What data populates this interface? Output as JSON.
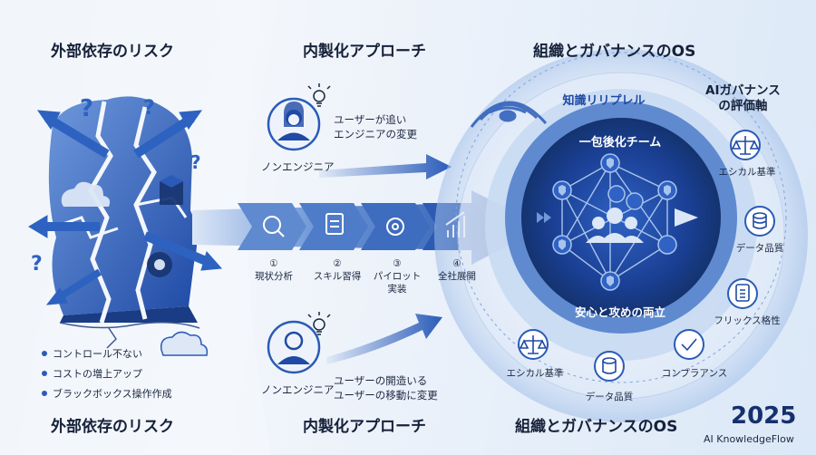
{
  "sections": {
    "left_top": "外部依存のリスク",
    "middle_top": "内製化アプローチ",
    "right_top": "組織とガバナンスのOS",
    "left_bottom": "外部依存のリスク",
    "middle_bottom": "内製化アプローチ",
    "right_bottom": "組織とガバナンスのOS"
  },
  "risks": [
    "コントロール不ない",
    "コストの増上アップ",
    "ブラックボックス操作作成"
  ],
  "persona_top": {
    "role": "ノンエンジニア",
    "text_line1": "ユーザーが追い",
    "text_line2": "エンジニアの変更"
  },
  "persona_bottom": {
    "role": "ノンエンジニア",
    "text_line1": "ユーザーの開造いる",
    "text_line2": "ユーザーの移動に変更"
  },
  "steps": [
    {
      "num": "①",
      "label": "現状分析"
    },
    {
      "num": "②",
      "label": "スキル習得"
    },
    {
      "num": "③",
      "label": "パイロット",
      "label2": "実装"
    },
    {
      "num": "④",
      "label": "全社展開"
    }
  ],
  "circle": {
    "outer_ring": "知識リリプレル",
    "team": "一包後化チーム",
    "center": "安心と攻めの両立"
  },
  "governance": {
    "title_line1": "AIガバナンス",
    "title_line2": "の評価軸",
    "items_right": [
      "エシカル基準",
      "データ品質",
      "フリックス格性",
      "コンプラアンス"
    ],
    "items_bottom": [
      "エシカル基準",
      "データ品質"
    ]
  },
  "footer": {
    "year": "2025",
    "brand": "AI KnowledgeFlow"
  },
  "colors": {
    "primary": "#2a5bb8",
    "dark": "#16306e",
    "light": "#a9c4ec"
  }
}
